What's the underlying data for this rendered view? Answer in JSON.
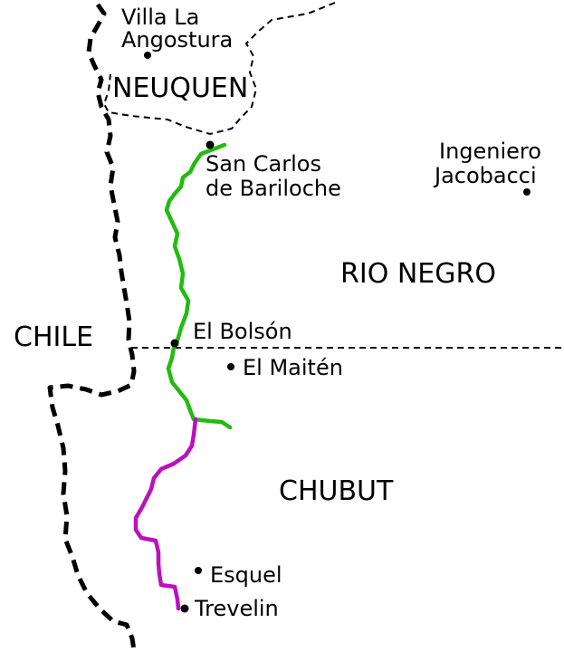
{
  "map": {
    "colors": {
      "background": "#ffffff",
      "border": "#000000",
      "route_north": "#22bb11",
      "route_south": "#bb11bb",
      "dot": "#000000"
    },
    "regions": {
      "neuquen": "NEUQUEN",
      "rio_negro": "RIO NEGRO",
      "chubut": "CHUBUT",
      "chile": "CHILE"
    },
    "cities": {
      "villa_la_angostura": [
        "Villa La",
        "Angostura"
      ],
      "bariloche": [
        "San Carlos",
        "de Bariloche"
      ],
      "jacobacci": [
        "Ingeniero",
        "Jacobacci"
      ],
      "el_bolson": "El Bolsón",
      "el_maiten": "El Maitén",
      "esquel": "Esquel",
      "trevelin": "Trevelin"
    }
  }
}
